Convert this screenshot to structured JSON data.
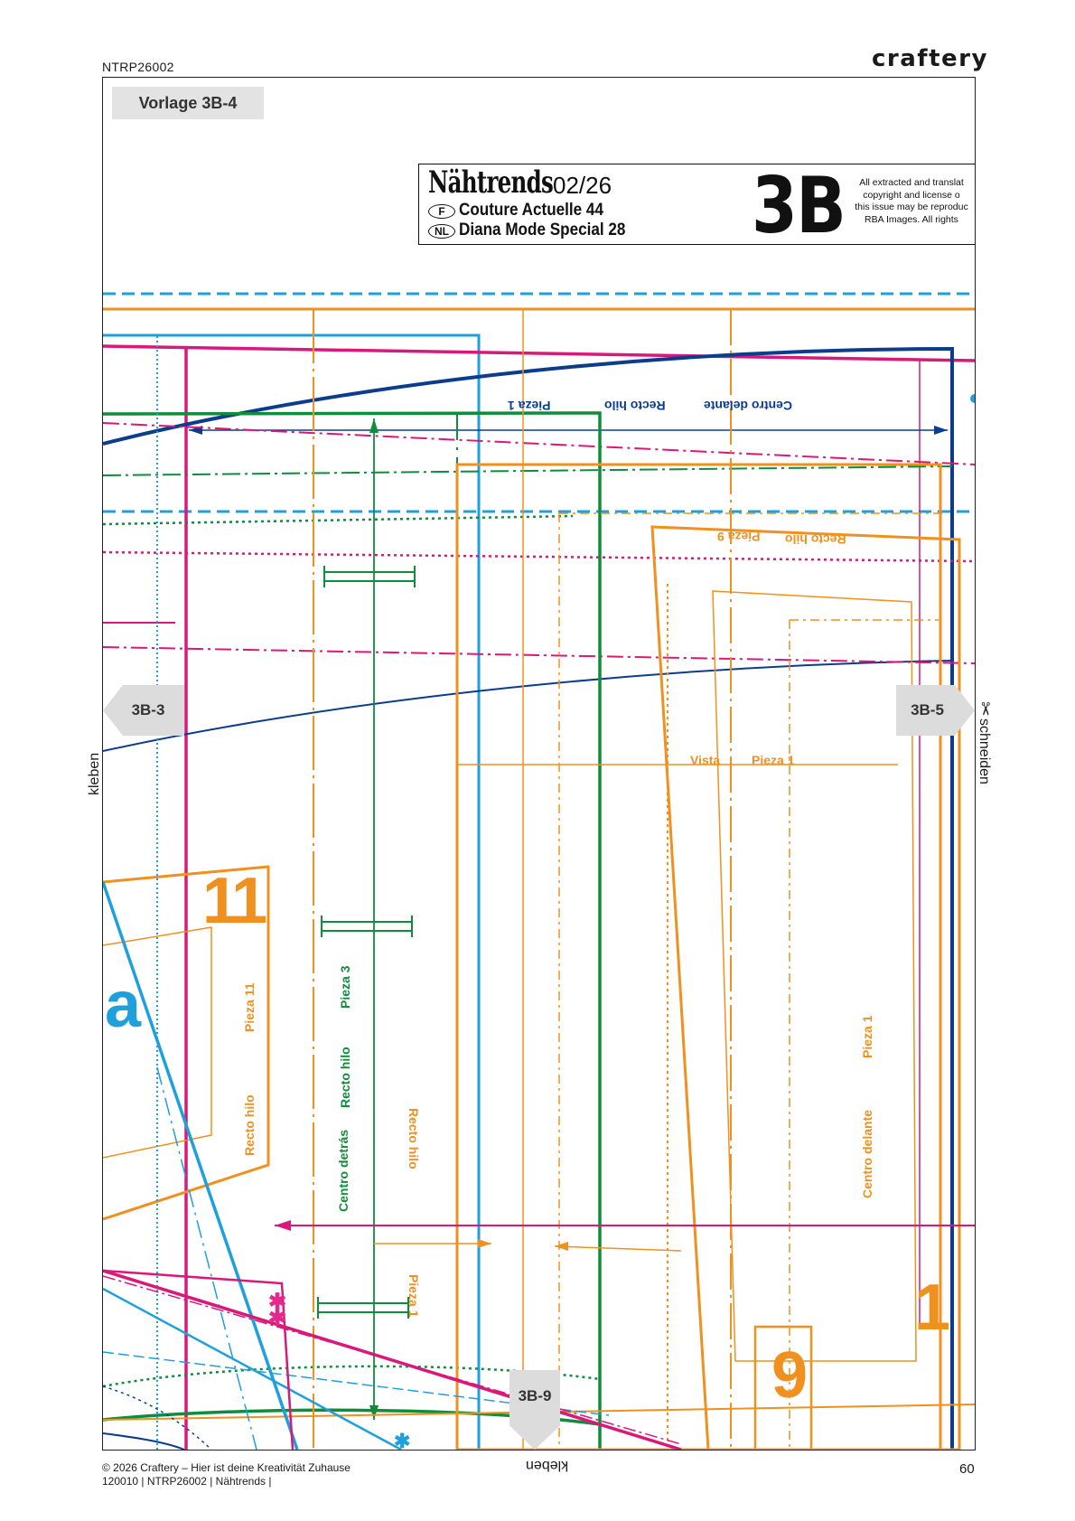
{
  "header": {
    "code": "NTRP26002",
    "brand": "craftery"
  },
  "template_label": "Vorlage 3B-4",
  "magazine": {
    "title": "Nähtrends",
    "issue": "02/26",
    "editions": [
      {
        "country": "F",
        "name": "Couture Actuelle 44"
      },
      {
        "country": "NL",
        "name": "Diana Mode Special 28"
      }
    ],
    "sheet": "3B",
    "notice": [
      "All extracted and translat",
      "copyright and license o",
      "this issue may be reproduc",
      "RBA Images. All rights"
    ]
  },
  "connectors": {
    "left": "3B-3",
    "right": "3B-5",
    "bottom": "3B-9"
  },
  "side_labels": {
    "left": "kleben",
    "right": "schneiden",
    "bottom": "kleben"
  },
  "pattern_labels": {
    "pieza1_top": "Pieza 1",
    "recto_hilo_top": "Recto hilo",
    "centro_delante_top": "Centro delante",
    "pieza9": "Pieza 9",
    "recto_hilo_9": "Recto hilo",
    "vista": "Vista",
    "pieza1_mid": "Pieza 1",
    "pieza11": "Pieza 11",
    "recto_hilo_11": "Recto hilo",
    "pieza3": "Pieza 3",
    "recto_hilo_3": "Recto hilo",
    "centro_detras": "Centro detrás",
    "recto_hilo_1": "Recto hilo",
    "pieza1_bottom": "Pieza 1",
    "pieza1_right": "Pieza 1",
    "centro_delante_right": "Centro delante",
    "num_11": "11",
    "num_a": "a",
    "num_1": "1",
    "num_9": "9"
  },
  "footer": {
    "copyright": "© 2026 Craftery – Hier ist deine Kreativität Zuhause",
    "ref": "120010 | NTRP26002 | Nähtrends |",
    "page": "60"
  },
  "colors": {
    "orange": "#f0901e",
    "magenta": "#d8197a",
    "cyan": "#1ea0dc",
    "navy": "#0c3d8c",
    "green": "#0f8c3c",
    "pink": "#e6288c"
  }
}
